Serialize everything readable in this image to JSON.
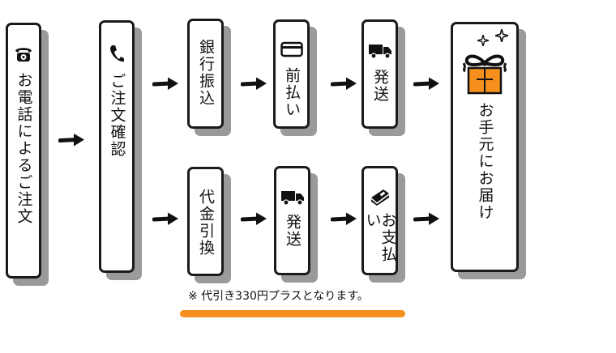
{
  "steps": {
    "phone_order": {
      "label": "お電話によるご注文",
      "icon": "phone-icon"
    },
    "order_confirm": {
      "label": "ご注文確認",
      "icon": "handset-icon"
    },
    "bank_transfer": {
      "label": "銀行振込"
    },
    "prepay": {
      "label": "前払い",
      "icon": "credit-card-icon"
    },
    "ship_top": {
      "label": "発送",
      "icon": "delivery-truck-icon"
    },
    "cod": {
      "label": "代金引換"
    },
    "ship_bottom": {
      "label": "発送",
      "icon": "delivery-truck-icon"
    },
    "payment": {
      "label": "お支払い",
      "icon": "wallet-icon"
    },
    "delivery": {
      "label": "お手元にお届け",
      "icon": "gift-box-icon"
    }
  },
  "note": "※ 代引き330円プラスとなります。",
  "colors": {
    "card_border": "#1a1a1a",
    "card_shadow": "#9a9a9a",
    "underline": "#f5901e",
    "gift_box": "#f5901e"
  }
}
